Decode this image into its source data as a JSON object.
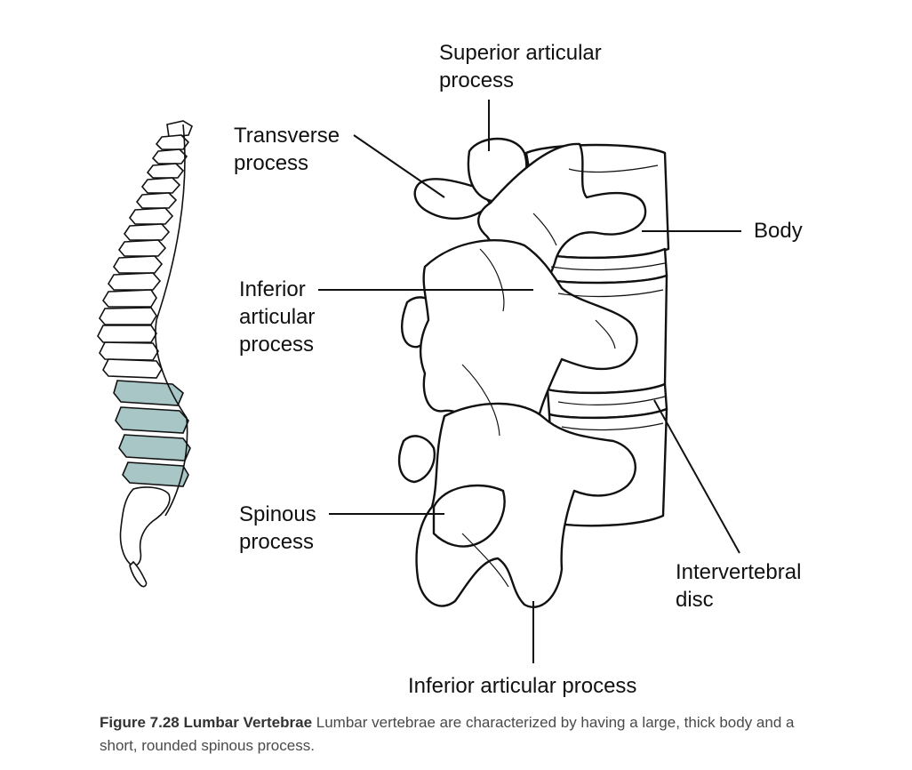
{
  "labels": {
    "superior_articular_process": [
      "Superior articular",
      "process"
    ],
    "transverse_process": [
      "Transverse",
      "process"
    ],
    "inferior_articular_process_left": [
      "Inferior",
      "articular",
      "process"
    ],
    "body": [
      "Body"
    ],
    "spinous_process": [
      "Spinous",
      "process"
    ],
    "intervertebral_disc": [
      "Intervertebral",
      "disc"
    ],
    "inferior_articular_process_bottom": [
      "Inferior articular process"
    ]
  },
  "caption": {
    "title": "Figure 7.28 Lumbar Vertebrae",
    "text": " Lumbar vertebrae are characterized by having a large, thick body and a short, rounded spinous process."
  },
  "colors": {
    "line": "#111111",
    "bone_fill": "#ffffff",
    "lumbar_highlight": "#a9c6c6",
    "caption_text": "#4a4a4a"
  }
}
